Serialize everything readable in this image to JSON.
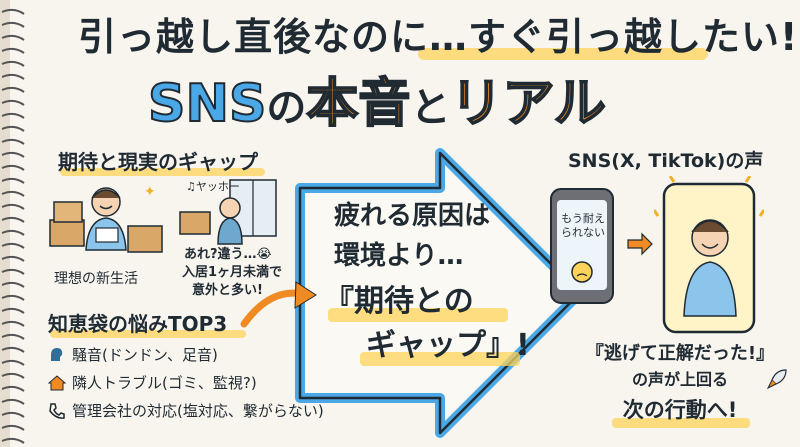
{
  "headline": "引っ越し直後なのに…すぐ引っ越したい!",
  "title": {
    "sns": "SNS",
    "no": "の",
    "honne": "本音",
    "to": "と",
    "real": "リアル"
  },
  "left_top": {
    "title": "期待と現実のギャップ",
    "ideal_caption": "理想の新生活",
    "sound_text": "♫ヤッホー",
    "reality_lines": [
      "あれ?違う…😭",
      "入居1ヶ月未満で",
      "意外と多い!"
    ]
  },
  "left_bottom": {
    "title": "知恵袋の悩みTOP3",
    "items": [
      {
        "icon": "speaking-head-icon",
        "text": "騒音(ドンドン、足音)"
      },
      {
        "icon": "house-icon",
        "text": "隣人トラブル(ゴミ、監視?)"
      },
      {
        "icon": "phone-icon",
        "text": "管理会社の対応(塩対応、繋がらない)"
      }
    ]
  },
  "center": {
    "line1": "疲れる原因は",
    "line2": "環境より…",
    "line3": "『期待との",
    "line4": "ギャップ』!"
  },
  "right": {
    "title": "SNS(X, TikTok)の声",
    "phone_bubble": [
      "もう耐え",
      "られない"
    ],
    "line1": "『逃げて正解だった!』",
    "line2": "の声が上回る",
    "line3": "次の行動へ!"
  },
  "colors": {
    "blue": "#4aa8e6",
    "orange": "#f08a22",
    "yellow": "#ffd35a",
    "ink": "#1f2a33"
  }
}
